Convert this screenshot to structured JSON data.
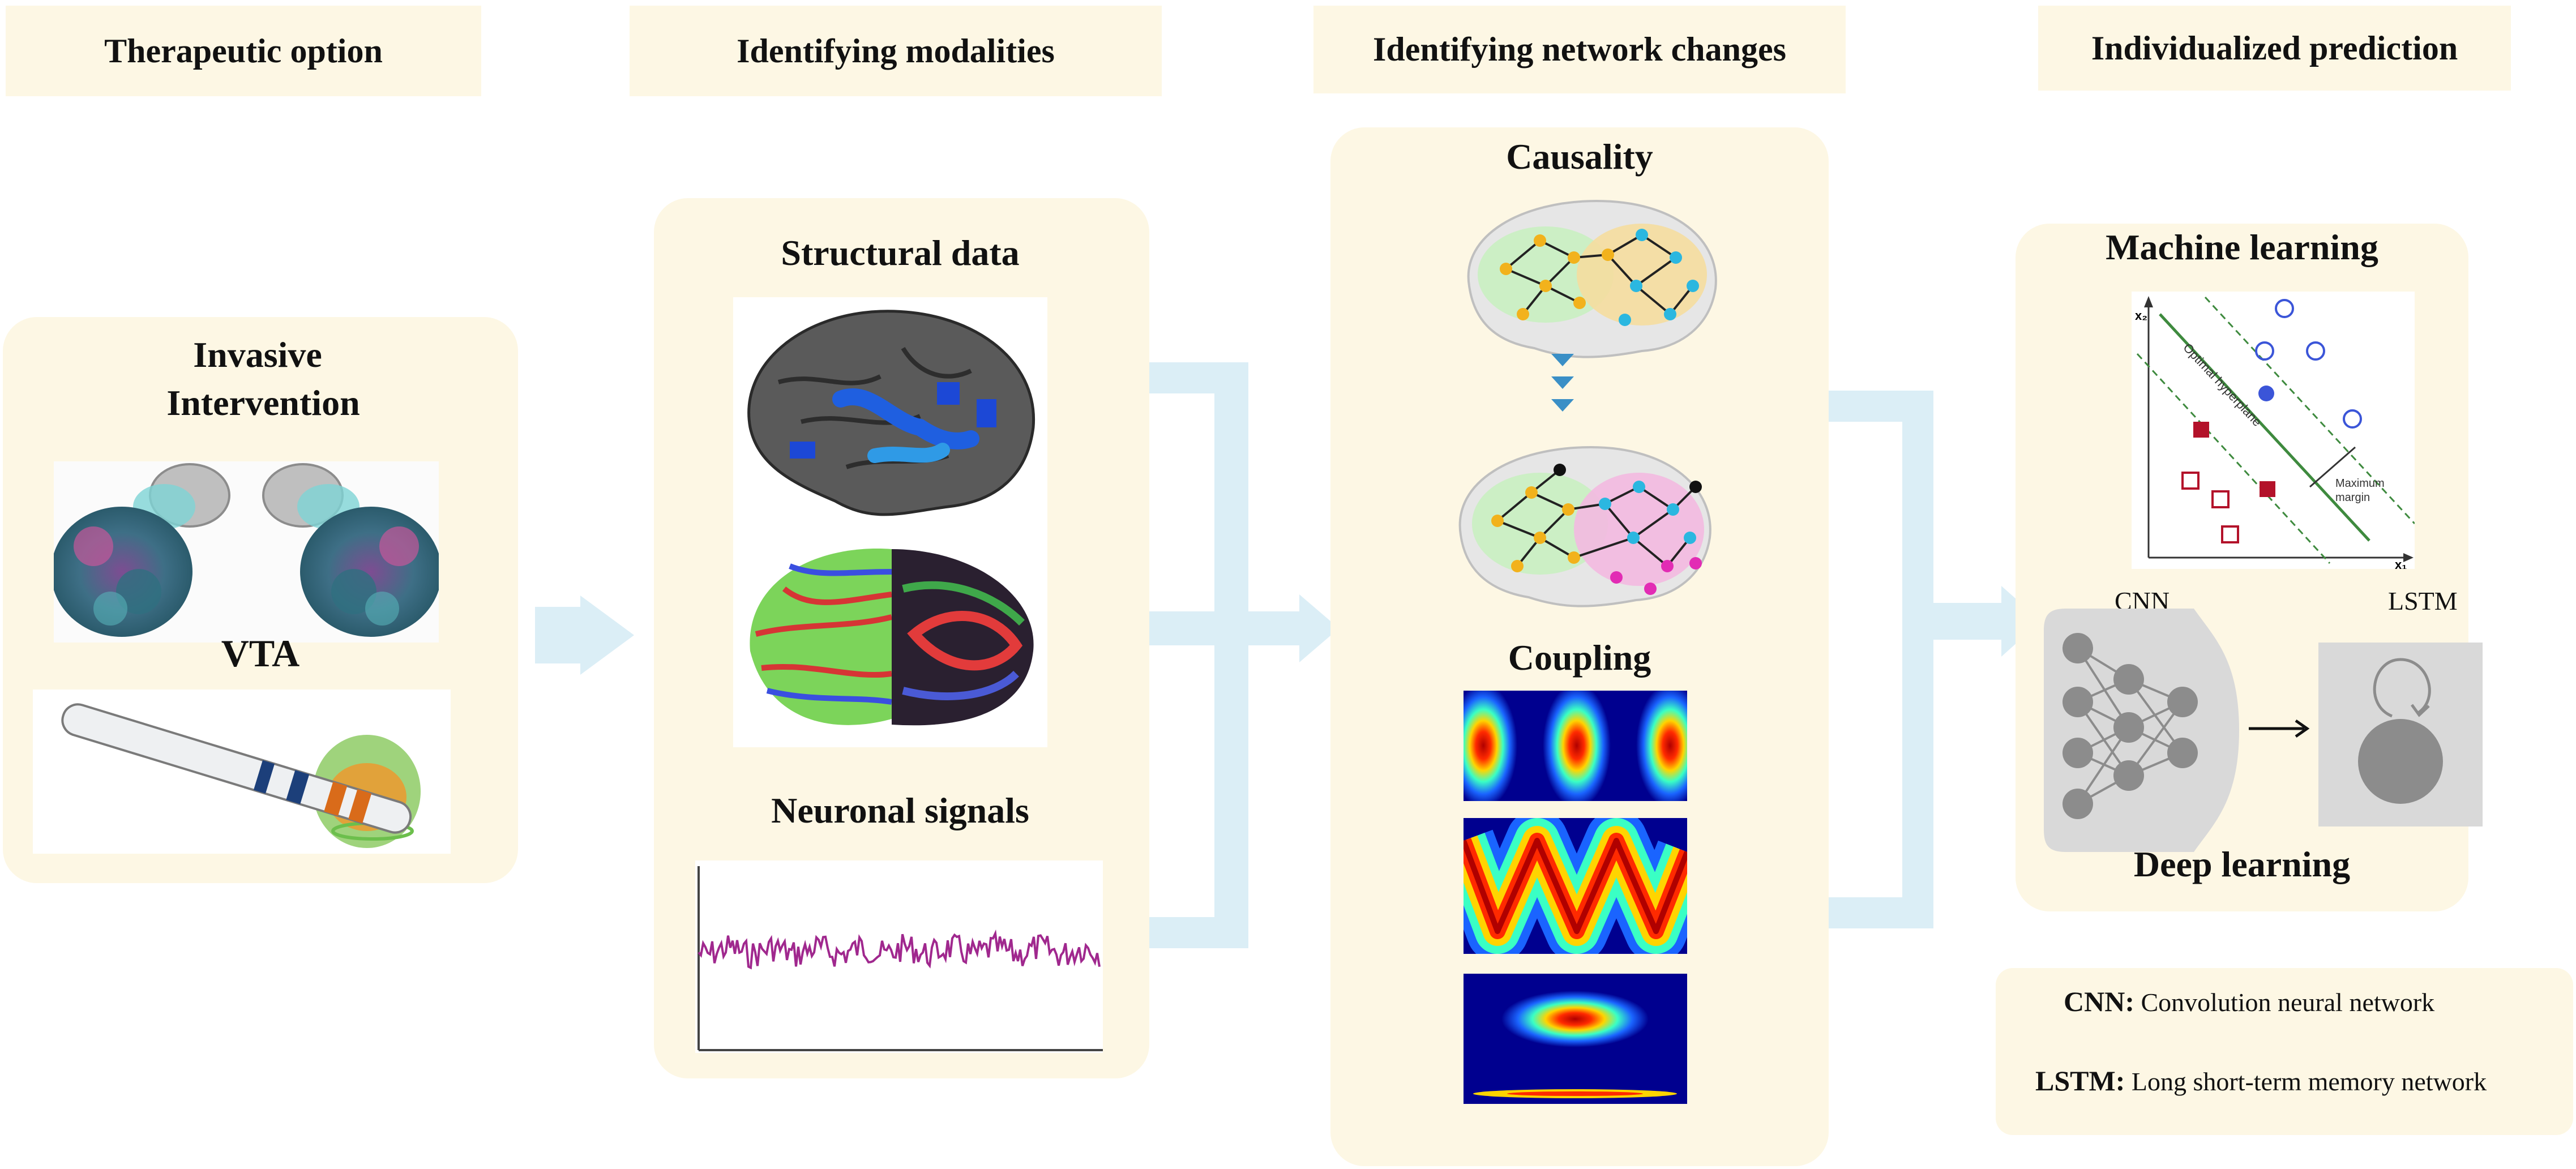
{
  "headers": {
    "therapeutic_option": "Therapeutic option",
    "identifying_modalities": "Identifying modalities",
    "identifying_network_changes": "Identifying network changes",
    "individualized_prediction": "Individualized prediction"
  },
  "panel1": {
    "title_line1": "Invasive",
    "title_line2": "Intervention",
    "vta_label": "VTA"
  },
  "panel2": {
    "structural_title": "Structural data",
    "neuronal_title": "Neuronal signals"
  },
  "panel3": {
    "causality_title": "Causality",
    "coupling_title": "Coupling"
  },
  "panel4": {
    "ml_title": "Machine learning",
    "svm_x2": "x₂",
    "svm_x1": "x₁",
    "svm_hyperplane": "Optimal hyperplane",
    "svm_margin_line1": "Maximum",
    "svm_margin_line2": "margin",
    "cnn_label": "CNN",
    "lstm_label": "LSTM",
    "dl_title": "Deep learning"
  },
  "legend": {
    "cnn_abbr": "CNN:",
    "cnn_full": "Convolution neural network",
    "lstm_abbr": "LSTM:",
    "lstm_full": "Long short-term memory network"
  },
  "colors": {
    "panel_bg": "#fdf7e4",
    "flow_arrow": "#dbeef6",
    "signal": "#a0288e",
    "svm_line": "#3e8a3e",
    "svm_filled_square": "#b3122a",
    "svm_circle": "#3b55d8"
  }
}
